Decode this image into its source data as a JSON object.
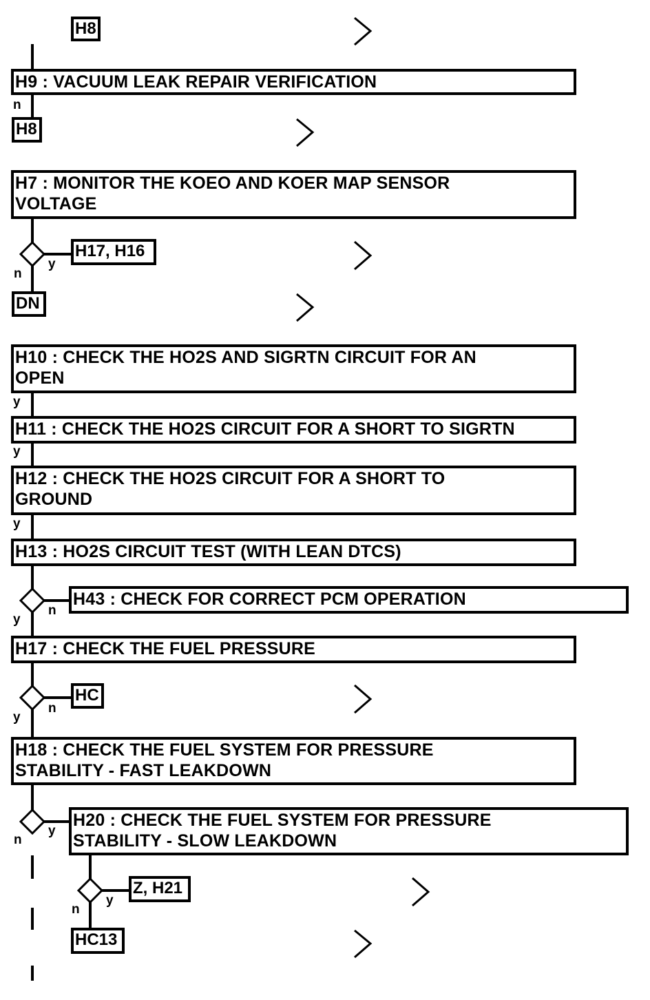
{
  "steps": {
    "h9": "H9 : VACUUM LEAK REPAIR VERIFICATION",
    "h7": [
      "H7 : MONITOR THE KOEO AND KOER MAP SENSOR",
      "VOLTAGE"
    ],
    "h10": [
      "H10 : CHECK THE HO2S AND SIGRTN CIRCUIT FOR AN",
      "OPEN"
    ],
    "h11": "H11 : CHECK THE HO2S CIRCUIT FOR A SHORT TO SIGRTN",
    "h12": [
      "H12 : CHECK THE HO2S CIRCUIT FOR A SHORT TO",
      "GROUND"
    ],
    "h13": "H13 : HO2S CIRCUIT TEST (WITH LEAN DTCS)",
    "h43": "H43 : CHECK FOR CORRECT PCM OPERATION",
    "h17": "H17 : CHECK THE FUEL PRESSURE",
    "h18": [
      "H18 : CHECK THE FUEL SYSTEM FOR PRESSURE",
      "STABILITY - FAST LEAKDOWN"
    ],
    "h20": [
      "H20 : CHECK THE FUEL SYSTEM FOR PRESSURE",
      "STABILITY - SLOW LEAKDOWN"
    ]
  },
  "refs": {
    "top_h8": "H8",
    "h9_no": "H8",
    "h7_yes": "H17, H16",
    "h7_no": "DN",
    "h17_no": "HC",
    "h20_yes": "Z, H21",
    "h20_no": "HC13"
  },
  "labels": {
    "yes": "y",
    "no": "n"
  }
}
